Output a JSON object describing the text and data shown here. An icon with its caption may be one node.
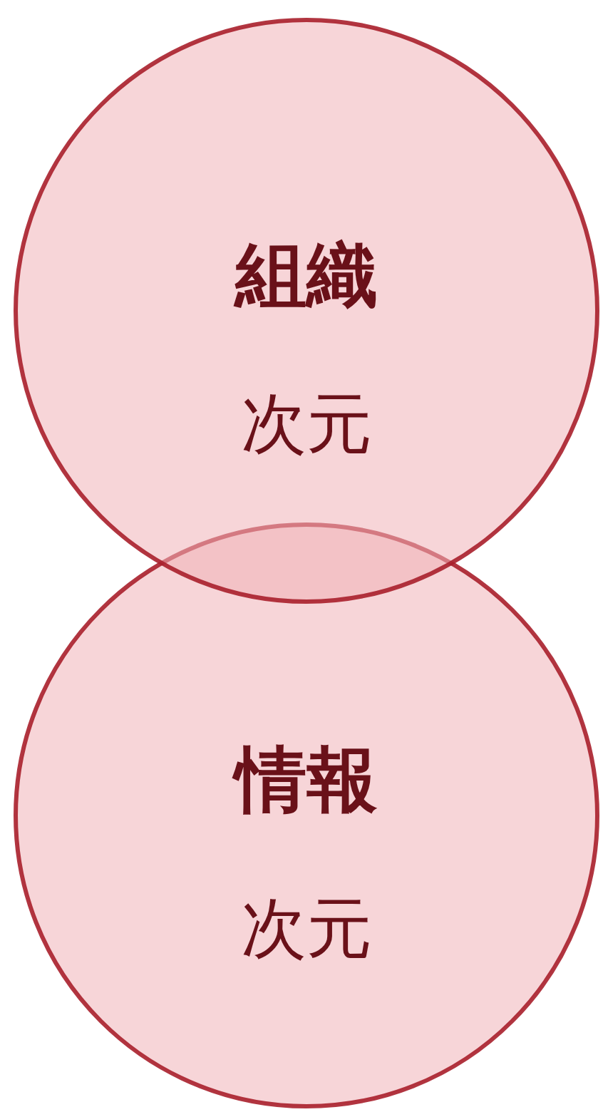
{
  "diagram": {
    "nodes": [
      {
        "text": [
          "組織",
          "次元"
        ]
      },
      {
        "text": [
          "情報",
          "次元"
        ]
      }
    ]
  }
}
